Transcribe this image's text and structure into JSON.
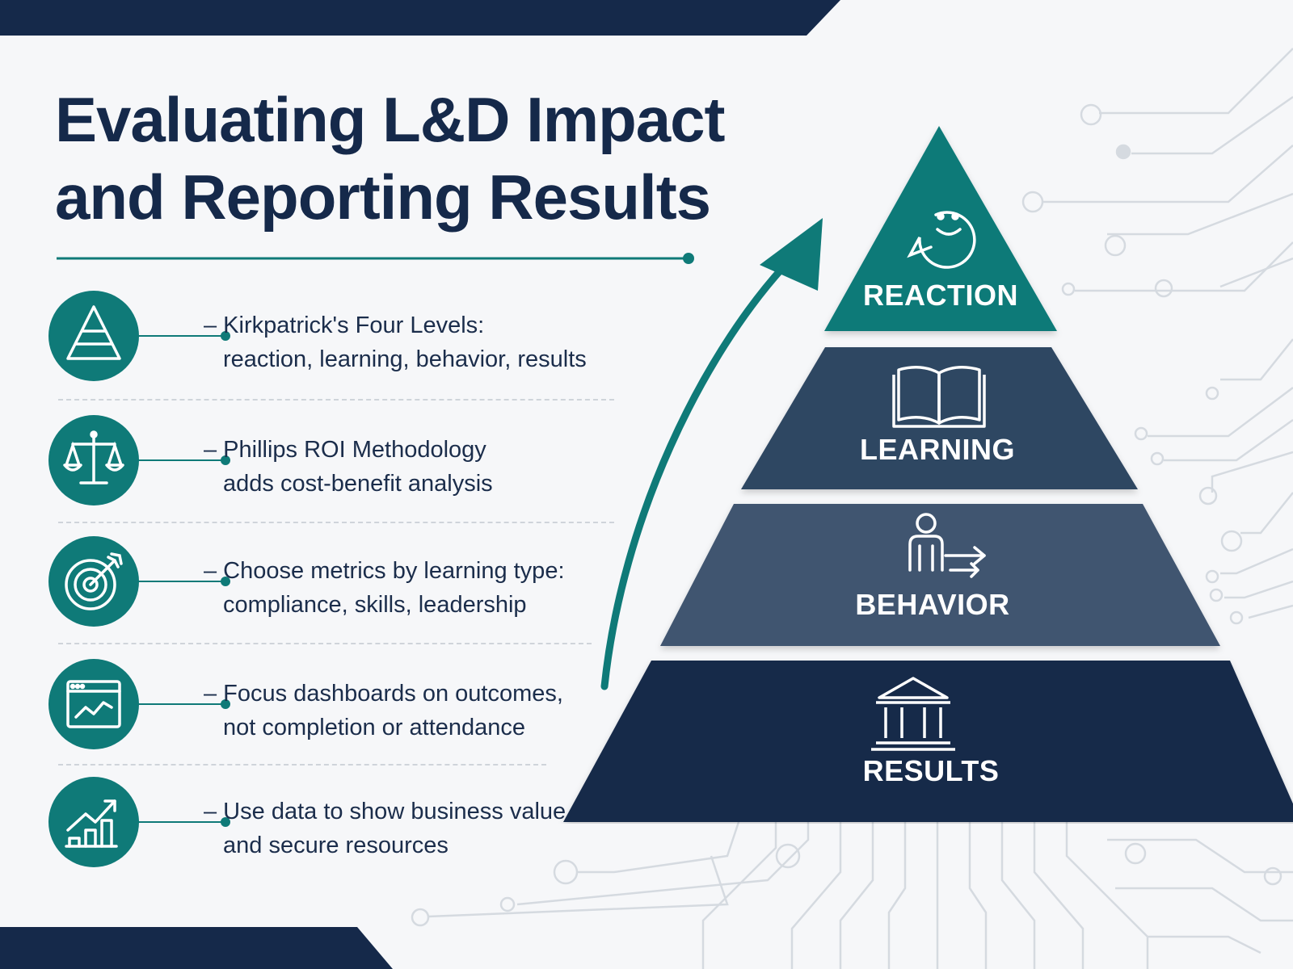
{
  "title": {
    "line1": "Evaluating L&D Impact",
    "line2": "and Reporting Results"
  },
  "colors": {
    "teal": "#0f7a78",
    "navy": "#15294a",
    "slate": "#2e4662",
    "slate_light": "#3f5570",
    "text": "#1b2d4b"
  },
  "bullets": [
    {
      "icon": "pyramid-icon",
      "line1": "– Kirkpatrick's Four Levels:",
      "line2": "reaction, learning, behavior, results"
    },
    {
      "icon": "scales-icon",
      "line1": "– Phillips ROI Methodology",
      "line2": "adds cost-benefit analysis"
    },
    {
      "icon": "target-icon",
      "line1": "– Choose metrics by learning type:",
      "line2": "compliance, skills, leadership"
    },
    {
      "icon": "dashboard-icon",
      "line1": "– Focus dashboards on outcomes,",
      "line2": "not completion or attendance"
    },
    {
      "icon": "growth-chart-icon",
      "line1": "– Use data to show business value",
      "line2": "and secure resources"
    }
  ],
  "pyramid": {
    "levels": [
      {
        "label": "REACTION",
        "icon": "smiley-chat-icon"
      },
      {
        "label": "LEARNING",
        "icon": "open-book-icon"
      },
      {
        "label": "BEHAVIOR",
        "icon": "person-arrows-icon"
      },
      {
        "label": "RESULTS",
        "icon": "institution-icon"
      }
    ]
  }
}
